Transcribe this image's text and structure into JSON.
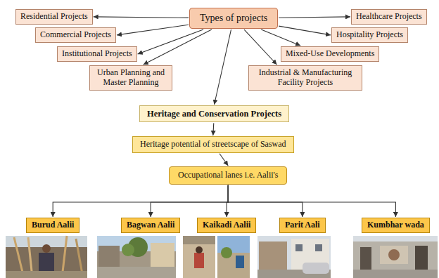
{
  "diagram": {
    "nodes": [
      {
        "text": [
          "Types of projects"
        ]
      },
      {
        "text": [
          "Residential Projects"
        ]
      },
      {
        "text": [
          "Commercial Projects"
        ]
      },
      {
        "text": [
          "Institutional Projects"
        ]
      },
      {
        "text": [
          "Urban Planning and Master Planning"
        ]
      },
      {
        "text": [
          "Healthcare Projects"
        ]
      },
      {
        "text": [
          "Hospitality Projects"
        ]
      },
      {
        "text": [
          "Mixed-Use Developments"
        ]
      },
      {
        "text": [
          "Industrial & Manufacturing Facility Projects"
        ]
      },
      {
        "text": [
          "Heritage and Conservation Projects"
        ]
      },
      {
        "text": [
          "Heritage potential of streetscape of Saswad"
        ]
      },
      {
        "text": [
          "Occupational lanes i.e. Aalii's"
        ]
      },
      {
        "text": [
          "Burud Aalii"
        ]
      },
      {
        "text": [
          "Bagwan Aalii"
        ]
      },
      {
        "text": [
          "Kaikadi Aalii"
        ]
      },
      {
        "text": [
          "Parit Aali"
        ]
      },
      {
        "text": [
          "Kumbhar wada"
        ]
      }
    ],
    "edges": [
      {
        "from": 0,
        "to": 1,
        "arrow": "to"
      },
      {
        "from": 0,
        "to": 2,
        "arrow": "to"
      },
      {
        "from": 0,
        "to": 3,
        "arrow": "to"
      },
      {
        "from": 0,
        "to": 4,
        "arrow": "to"
      },
      {
        "from": 0,
        "to": 5,
        "arrow": "to"
      },
      {
        "from": 0,
        "to": 6,
        "arrow": "to"
      },
      {
        "from": 0,
        "to": 7,
        "arrow": "to"
      },
      {
        "from": 0,
        "to": 8,
        "arrow": "to"
      },
      {
        "from": 0,
        "to": 9,
        "arrow": "to"
      },
      {
        "from": 9,
        "to": 10,
        "arrow": "to"
      },
      {
        "from": 10,
        "to": 11,
        "arrow": "to"
      },
      {
        "from": 11,
        "to": 12,
        "arrow": "to"
      },
      {
        "from": 11,
        "to": 13,
        "arrow": "to"
      },
      {
        "from": 11,
        "to": 14,
        "arrow": "to"
      },
      {
        "from": 11,
        "to": 15,
        "arrow": "to"
      },
      {
        "from": 11,
        "to": 16,
        "arrow": "to"
      }
    ]
  }
}
